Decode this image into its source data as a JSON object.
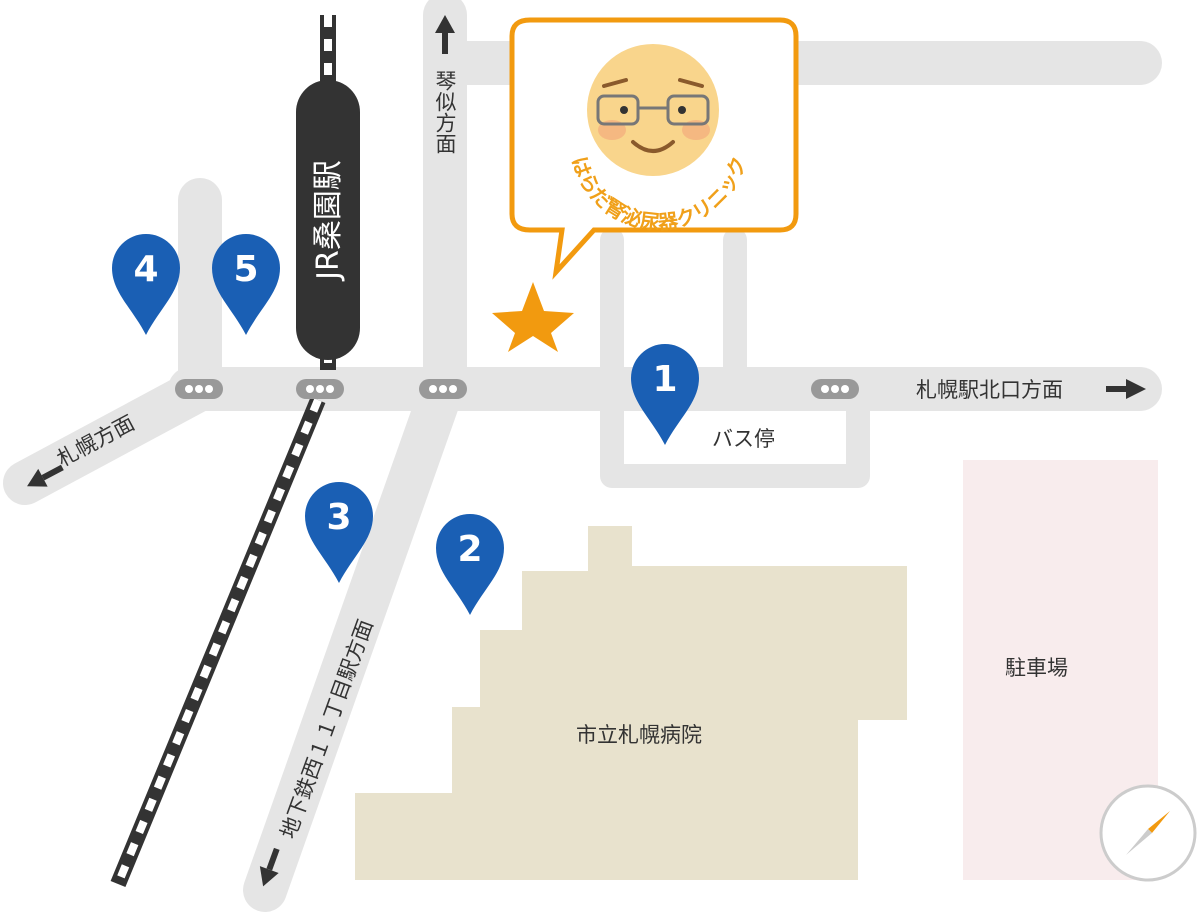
{
  "labels": {
    "kotoni": "琴似方面",
    "sapporo": "札幌方面",
    "sapporo_north": "札幌駅北口方面",
    "bus_stop": "バス停",
    "subway": "地下鉄西１１丁目駅方面",
    "hospital": "市立札幌病院",
    "parking": "駐車場",
    "station": "JR桑園駅",
    "clinic": "はらだ腎泌尿器クリニック"
  },
  "exits": [
    "1",
    "2",
    "3",
    "4",
    "5"
  ],
  "icons": {
    "pin": "map-pin-icon",
    "star": "star-icon",
    "compass": "compass-icon",
    "arrow": "arrow-icon",
    "traffic_light": "traffic-light-icon",
    "mascot": "doctor-face-icon"
  },
  "colors": {
    "road": "#e5e5e5",
    "pin": "#1a5fb4",
    "accent": "#f29a0f",
    "station": "#333333",
    "hospital": "#e8e2cd",
    "parking": "#f8eced"
  }
}
